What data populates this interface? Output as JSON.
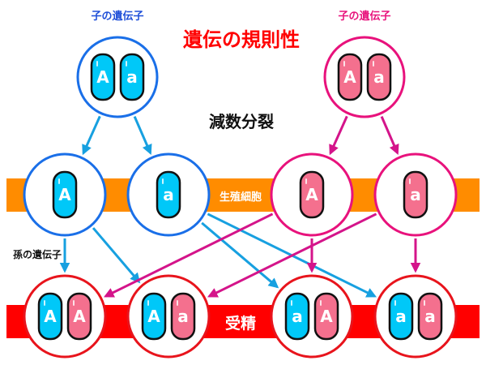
{
  "title": "遺伝の規則性",
  "labels": {
    "parent_left": "子の遺伝子",
    "parent_right": "子の遺伝子",
    "meiosis": "減数分裂",
    "gametes_band": "生殖細胞",
    "grandchild": "孫の遺伝子",
    "fertilization_band": "受精"
  },
  "colors": {
    "title": "#ff0000",
    "blue_stroke": "#1a6fe8",
    "blue_gene": "#00c8f8",
    "blue_arrow": "#17a0e0",
    "pink_stroke": "#e8127c",
    "pink_gene": "#f4708e",
    "pink_arrow": "#d4148a",
    "orange_band": "#ff8c00",
    "red_band": "#ff0000",
    "red_stroke": "#e8141c",
    "blue_label": "#1f4fd8",
    "pink_label": "#e8127c"
  },
  "parents": [
    {
      "name": "parent-left",
      "side": "blue",
      "genes": [
        {
          "allele": "A",
          "color": "blue"
        },
        {
          "allele": "a",
          "color": "blue"
        }
      ]
    },
    {
      "name": "parent-right",
      "side": "pink",
      "genes": [
        {
          "allele": "A",
          "color": "pink"
        },
        {
          "allele": "a",
          "color": "pink"
        }
      ]
    }
  ],
  "gametes": [
    {
      "name": "gamete-blue-A",
      "side": "blue",
      "genes": [
        {
          "allele": "A",
          "color": "blue"
        }
      ]
    },
    {
      "name": "gamete-blue-a",
      "side": "blue",
      "genes": [
        {
          "allele": "a",
          "color": "blue"
        }
      ]
    },
    {
      "name": "gamete-pink-A",
      "side": "pink",
      "genes": [
        {
          "allele": "A",
          "color": "pink"
        }
      ]
    },
    {
      "name": "gamete-pink-a",
      "side": "pink",
      "genes": [
        {
          "allele": "a",
          "color": "pink"
        }
      ]
    }
  ],
  "offspring": [
    {
      "name": "offspring-AA",
      "genes": [
        {
          "allele": "A",
          "color": "blue"
        },
        {
          "allele": "A",
          "color": "pink"
        }
      ]
    },
    {
      "name": "offspring-Aa",
      "genes": [
        {
          "allele": "A",
          "color": "blue"
        },
        {
          "allele": "a",
          "color": "pink"
        }
      ]
    },
    {
      "name": "offspring-aA",
      "genes": [
        {
          "allele": "a",
          "color": "blue"
        },
        {
          "allele": "A",
          "color": "pink"
        }
      ]
    },
    {
      "name": "offspring-aa",
      "genes": [
        {
          "allele": "a",
          "color": "blue"
        },
        {
          "allele": "a",
          "color": "pink"
        }
      ]
    }
  ],
  "meiosis_arrows": [
    {
      "from": "parent-left",
      "to": "gamete-blue-A",
      "color": "blue"
    },
    {
      "from": "parent-left",
      "to": "gamete-blue-a",
      "color": "blue"
    },
    {
      "from": "parent-right",
      "to": "gamete-pink-A",
      "color": "pink"
    },
    {
      "from": "parent-right",
      "to": "gamete-pink-a",
      "color": "pink"
    }
  ],
  "fertilization_arrows": [
    {
      "from": "gamete-blue-A",
      "to": "offspring-AA",
      "color": "blue"
    },
    {
      "from": "gamete-blue-A",
      "to": "offspring-Aa",
      "color": "blue"
    },
    {
      "from": "gamete-blue-a",
      "to": "offspring-aA",
      "color": "blue"
    },
    {
      "from": "gamete-blue-a",
      "to": "offspring-aa",
      "color": "blue"
    },
    {
      "from": "gamete-pink-A",
      "to": "offspring-AA",
      "color": "pink"
    },
    {
      "from": "gamete-pink-A",
      "to": "offspring-aA",
      "color": "pink"
    },
    {
      "from": "gamete-pink-a",
      "to": "offspring-Aa",
      "color": "pink"
    },
    {
      "from": "gamete-pink-a",
      "to": "offspring-aa",
      "color": "pink"
    }
  ]
}
